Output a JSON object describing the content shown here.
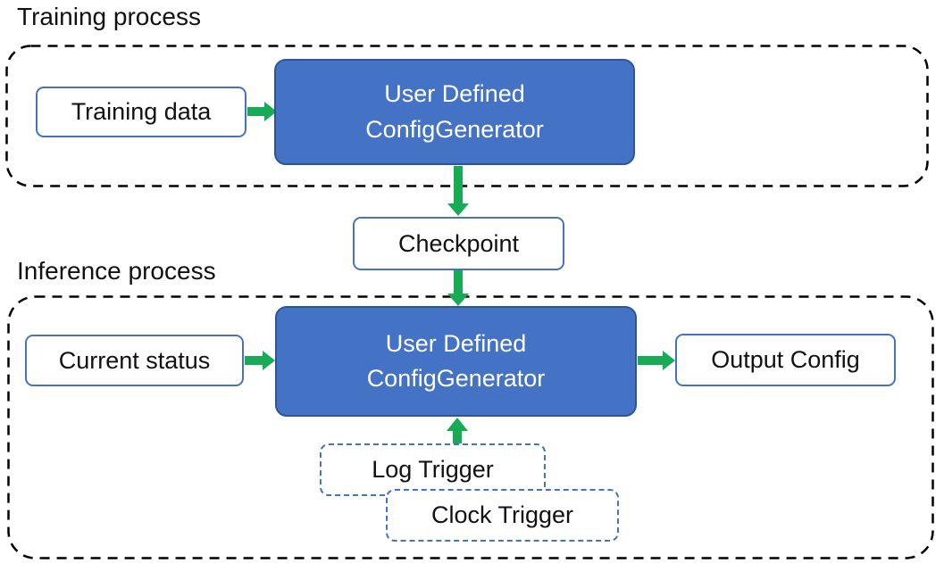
{
  "colors": {
    "accent_blue": "#4472C4",
    "accent_blue_dark": "#2F5597",
    "arrow_green": "#17AB55",
    "container_dash": "#000000",
    "text_dark": "#111111",
    "text_light": "#FFFFFF"
  },
  "sections": {
    "training": {
      "label": "Training process",
      "nodes": {
        "training_data": {
          "label": "Training data"
        },
        "config_generator": {
          "label": "User Defined\nConfigGenerator"
        }
      }
    },
    "checkpoint": {
      "label": "Checkpoint"
    },
    "inference": {
      "label": "Inference process",
      "nodes": {
        "current_status": {
          "label": "Current status"
        },
        "config_generator": {
          "label": "User Defined\nConfigGenerator"
        },
        "output_config": {
          "label": "Output Config"
        },
        "log_trigger": {
          "label": "Log Trigger"
        },
        "clock_trigger": {
          "label": "Clock Trigger"
        }
      }
    }
  }
}
